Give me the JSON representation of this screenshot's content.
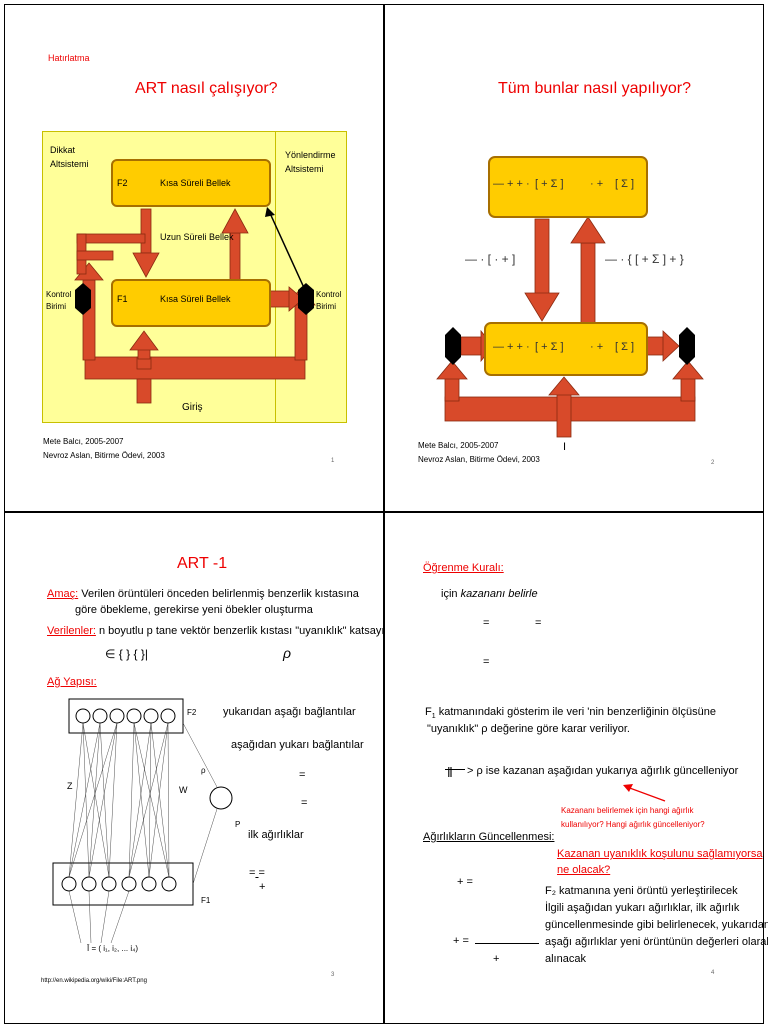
{
  "slide1": {
    "reminder": "Hatırlatma",
    "title": "ART nasıl çalışıyor?",
    "attention_subsystem": [
      "Dikkat",
      "Altsistemi"
    ],
    "orienting_subsystem": [
      "Yönlendirme",
      "Altsistemi"
    ],
    "f2_label": "F2",
    "f2_text": "Kısa Süreli Bellek",
    "ltm_text": "Uzun Süreli Bellek",
    "f1_label": "F1",
    "f1_text": "Kısa Süreli Bellek",
    "control_left": [
      "Kontrol",
      "Birimi"
    ],
    "control_right": [
      "Kontrol",
      "Birimi"
    ],
    "input": "Giriş",
    "footer1": "Mete Balcı, 2005-2007",
    "footer2": "Nevroz Aslan, Bitirme Ödevi, 2003",
    "page": "1"
  },
  "slide2": {
    "title": "Tüm bunlar nasıl yapılıyor?",
    "input_label": "I",
    "footer1": "Mete Balcı, 2005-2007",
    "footer2": "Nevroz Aslan, Bitirme Ödevi, 2003",
    "page": "2"
  },
  "slide3": {
    "title": "ART -1",
    "aim_label": "Amaç:",
    "aim_text": " Verilen örüntüleri önceden belirlenmiş benzerlik kıstasına",
    "aim_text2": "göre öbekleme, gerekirse yeni öbekler oluşturma",
    "given_label": "Verilenler:",
    "given_text": " n boyutlu p tane vektör    benzerlik kıstası \"uyanıklık\" katsayısı",
    "structure_label": "Ağ Yapısı:",
    "topdown": "yukarıdan aşağı bağlantılar",
    "bottomup": "aşağıdan yukarı bağlantılar",
    "initial_weights": "ilk ağırlıklar",
    "f2": "F2",
    "f1": "F1",
    "z": "Z",
    "w": "W",
    "p": "P",
    "rho": "ρ",
    "url": "http://en.wikipedia.org/wiki/File:ART.png",
    "page": "3"
  },
  "slide4": {
    "learning_rule": "Öğrenme Kuralı:",
    "for_winner": "için ",
    "winner_italic": "kazananı belirle",
    "f1_repr_a": "F",
    "f1_repr_b": " katmanındaki gösterim        ile veri       'nin benzerliğinin ölçüsüne",
    "vigilance_line": "\"uyanıklık\"  ρ  değerine göre karar veriliyor.",
    "update_line": "> ρ  ise kazanan aşağıdan yukarıya ağırlık        güncelleniyor",
    "annotation1": "Kazananı belirlemek için hangi ağırlık",
    "annotation2": "kullanılıyor?  Hangi ağırlık güncelleniyor?",
    "weight_update": "Ağırlıkların Güncellenmesi:",
    "question1": "Kazanan  uyanıklık  koşulunu sağlamıyorsa",
    "question2": "ne olacak?",
    "ans1": "F₂  katmanına yeni örüntü  yerleştirilecek",
    "ans2": "İlgili aşağıdan yukarı ağırlıklar, ilk ağırlık",
    "ans3": "güncellenmesinde gibi belirlenecek, yukarıdan",
    "ans4": "aşağı ağırlıklar yeni örüntünün değerleri olarak",
    "ans5": "alınacak",
    "page": "4"
  },
  "colors": {
    "title": "#e00000",
    "box": "#ffcc00",
    "arrow": "#d84a2a",
    "panel": "#ffff99"
  }
}
